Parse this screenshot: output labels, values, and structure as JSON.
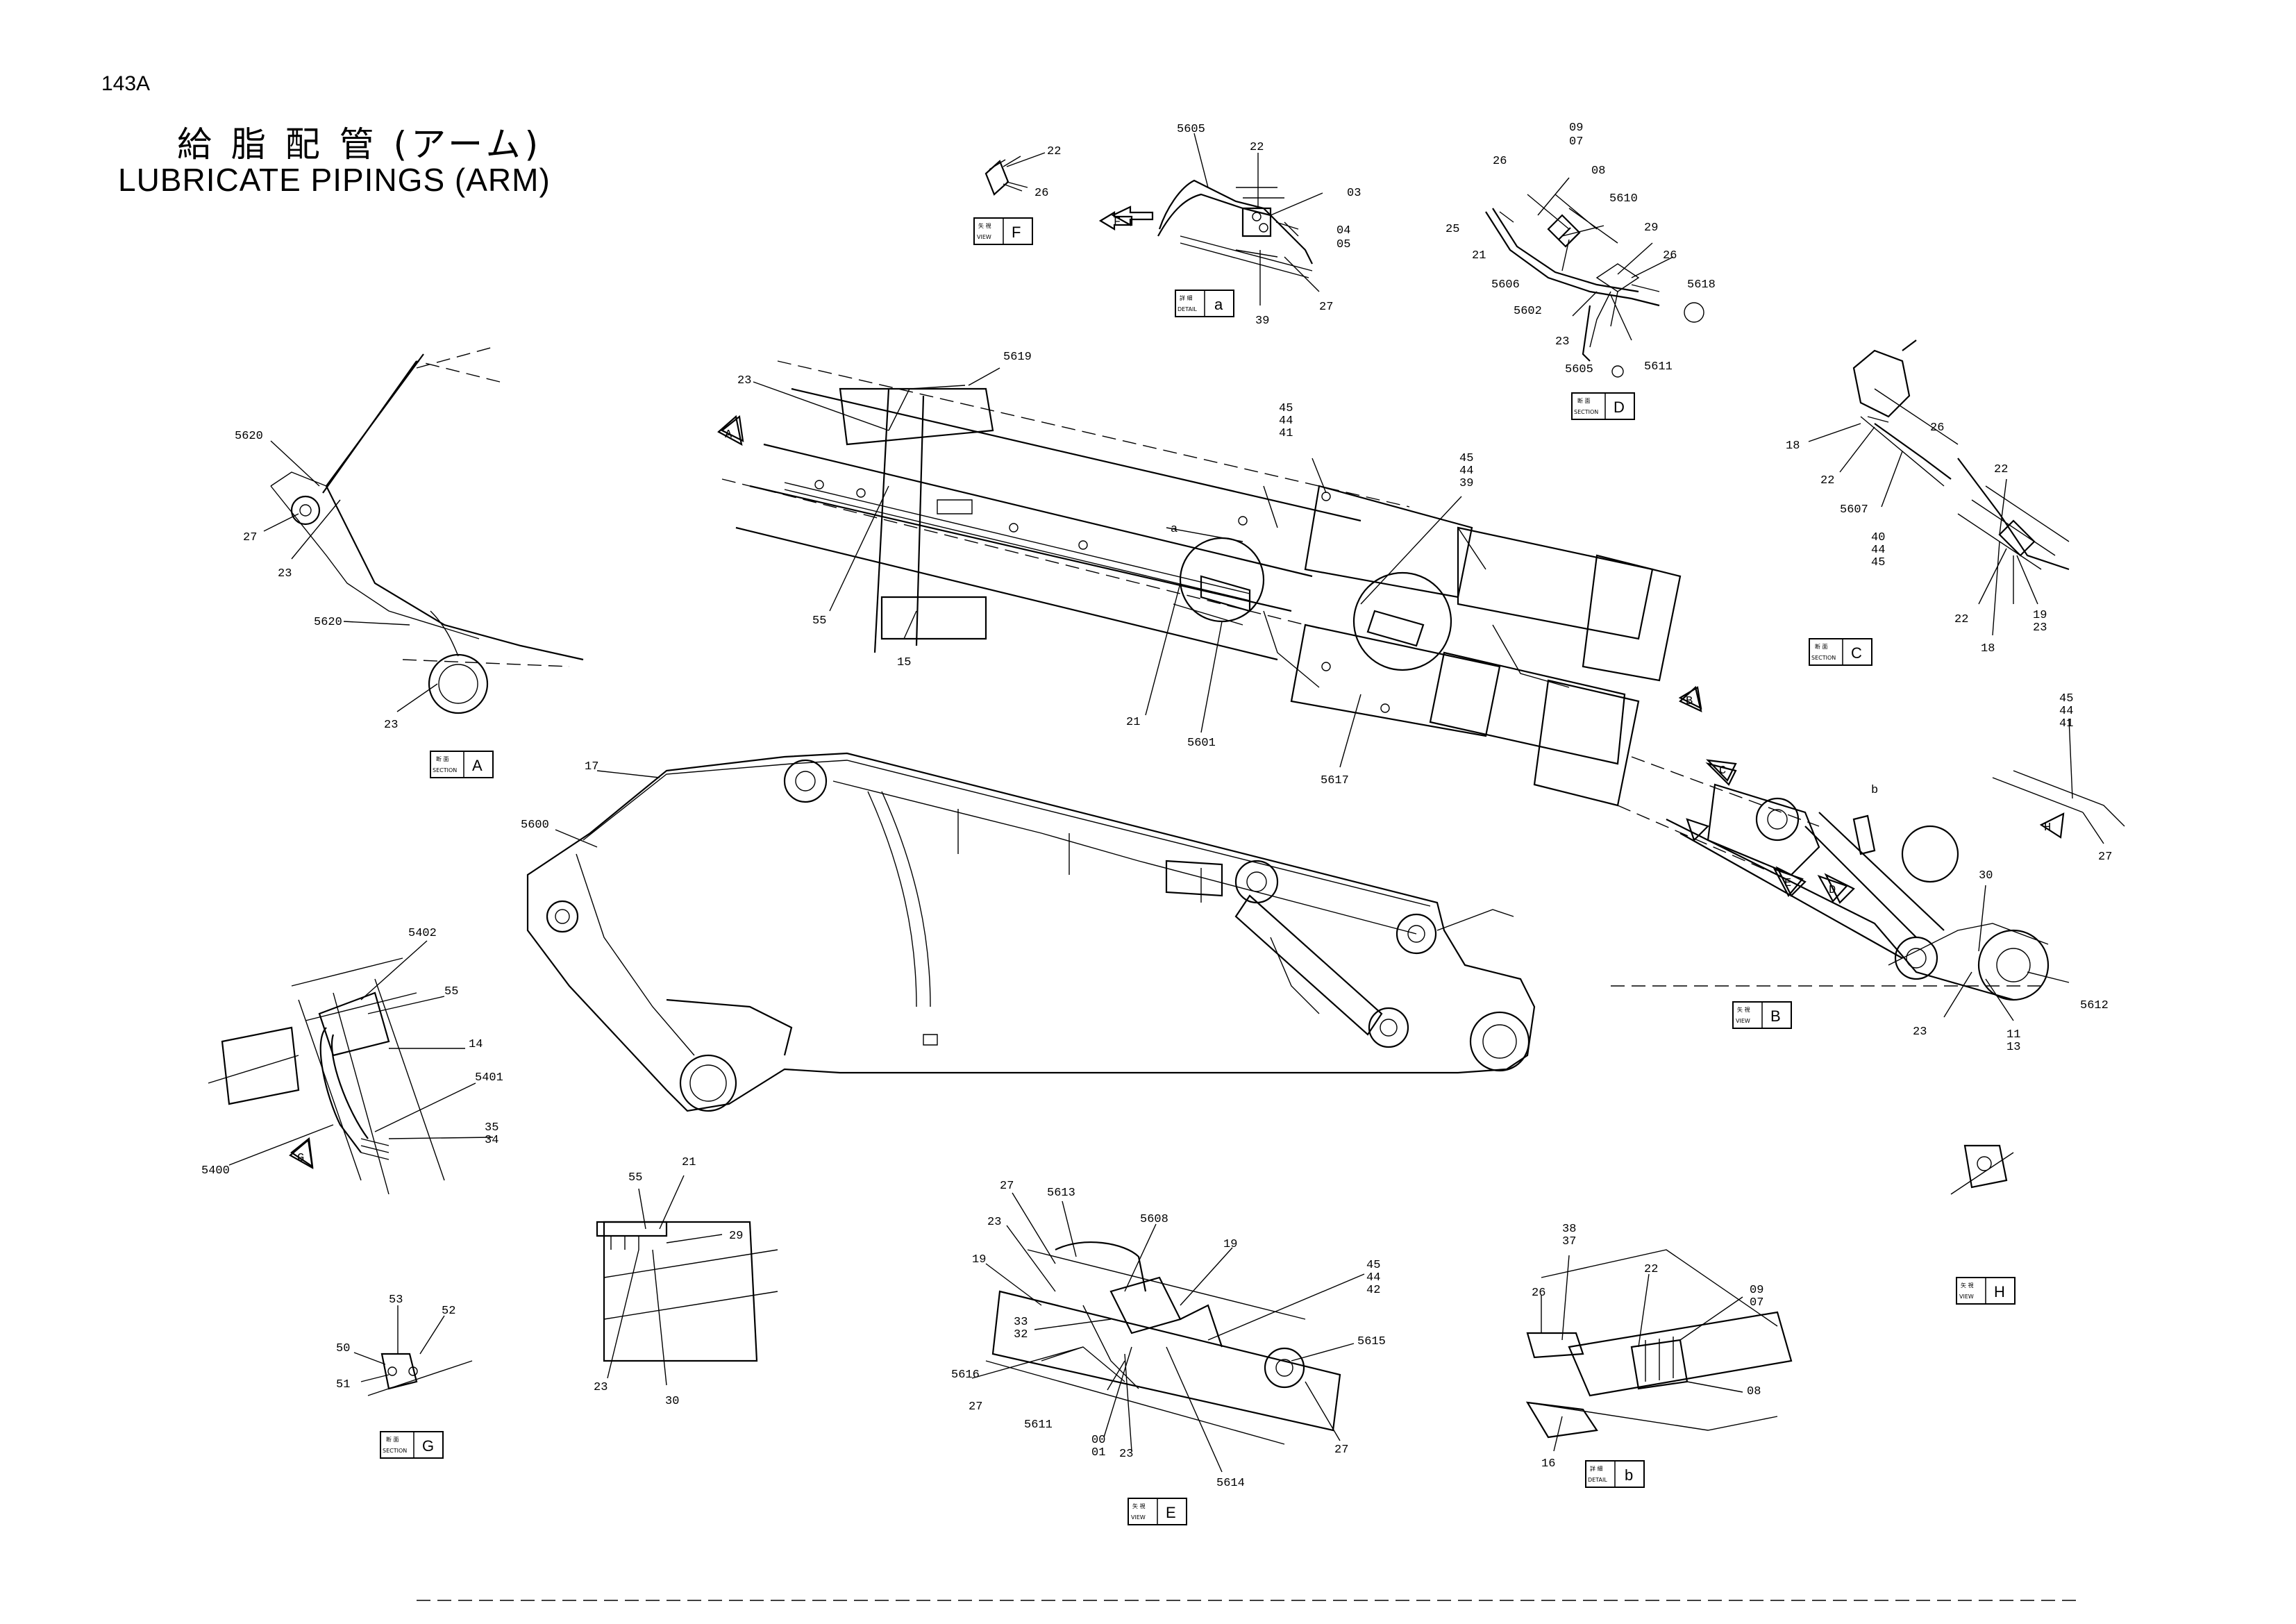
{
  "header": {
    "page_number": "143A",
    "title_jp": "給 脂 配 管 (アーム)",
    "title_en": "LUBRICATE  PIPINGS (ARM)"
  },
  "view_tags": [
    {
      "id": "view-F",
      "kind": "矢 視",
      "kind_en": "VIEW",
      "letter": "F"
    },
    {
      "id": "detail-a",
      "kind": "詳 細",
      "kind_en": "DETAIL",
      "letter": "a"
    },
    {
      "id": "section-D",
      "kind": "断 面",
      "kind_en": "SECTION",
      "letter": "D"
    },
    {
      "id": "section-C",
      "kind": "断 面",
      "kind_en": "SECTION",
      "letter": "C"
    },
    {
      "id": "section-A",
      "kind": "断 面",
      "kind_en": "SECTION",
      "letter": "A"
    },
    {
      "id": "view-B",
      "kind": "矢 視",
      "kind_en": "VIEW",
      "letter": "B"
    },
    {
      "id": "view-H",
      "kind": "矢 視",
      "kind_en": "VIEW",
      "letter": "H"
    },
    {
      "id": "section-G",
      "kind": "断 面",
      "kind_en": "SECTION",
      "letter": "G"
    },
    {
      "id": "view-E",
      "kind": "矢 視",
      "kind_en": "VIEW",
      "letter": "E"
    },
    {
      "id": "detail-b",
      "kind": "詳 細",
      "kind_en": "DETAIL",
      "letter": "b"
    }
  ],
  "arrow_markers": [
    "F",
    "A",
    "B",
    "C",
    "D",
    "E",
    "G",
    "H"
  ],
  "part_labels": [
    {
      "id": "f1",
      "text": "22"
    },
    {
      "id": "f2",
      "text": "26"
    },
    {
      "id": "a1",
      "text": "5605"
    },
    {
      "id": "a2",
      "text": "22"
    },
    {
      "id": "a3",
      "text": "03"
    },
    {
      "id": "a4",
      "text": "04"
    },
    {
      "id": "a5",
      "text": "05"
    },
    {
      "id": "a6",
      "text": "27"
    },
    {
      "id": "a7",
      "text": "39"
    },
    {
      "id": "d1",
      "text": "09"
    },
    {
      "id": "d2",
      "text": "07"
    },
    {
      "id": "d3",
      "text": "08"
    },
    {
      "id": "d4",
      "text": "26"
    },
    {
      "id": "d5",
      "text": "5610"
    },
    {
      "id": "d6",
      "text": "25"
    },
    {
      "id": "d7",
      "text": "29"
    },
    {
      "id": "d8",
      "text": "21"
    },
    {
      "id": "d9",
      "text": "26"
    },
    {
      "id": "d10",
      "text": "5606"
    },
    {
      "id": "d11",
      "text": "5618"
    },
    {
      "id": "d12",
      "text": "5602"
    },
    {
      "id": "d13",
      "text": "23"
    },
    {
      "id": "d14",
      "text": "5605"
    },
    {
      "id": "d15",
      "text": "5611"
    },
    {
      "id": "c1",
      "text": "26"
    },
    {
      "id": "c2",
      "text": "18"
    },
    {
      "id": "c3",
      "text": "22"
    },
    {
      "id": "c4",
      "text": "5607"
    },
    {
      "id": "c5",
      "text": "22"
    },
    {
      "id": "c6",
      "text": "40"
    },
    {
      "id": "c7",
      "text": "44"
    },
    {
      "id": "c8",
      "text": "45"
    },
    {
      "id": "c9",
      "text": "19"
    },
    {
      "id": "c10",
      "text": "23"
    },
    {
      "id": "c11",
      "text": "22"
    },
    {
      "id": "c12",
      "text": "18"
    },
    {
      "id": "m1",
      "text": "5619"
    },
    {
      "id": "m2",
      "text": "23"
    },
    {
      "id": "m3",
      "text": "45"
    },
    {
      "id": "m4",
      "text": "44"
    },
    {
      "id": "m5",
      "text": "41"
    },
    {
      "id": "m6",
      "text": "45"
    },
    {
      "id": "m7",
      "text": "44"
    },
    {
      "id": "m8",
      "text": "39"
    },
    {
      "id": "m9",
      "text": "55"
    },
    {
      "id": "m10",
      "text": "15"
    },
    {
      "id": "m11",
      "text": "21"
    },
    {
      "id": "m12",
      "text": "5601"
    },
    {
      "id": "m13",
      "text": "5617"
    },
    {
      "id": "s1",
      "text": "5620"
    },
    {
      "id": "s2",
      "text": "27"
    },
    {
      "id": "s3",
      "text": "23"
    },
    {
      "id": "s4",
      "text": "5620"
    },
    {
      "id": "s5",
      "text": "23"
    },
    {
      "id": "r1",
      "text": "17"
    },
    {
      "id": "r2",
      "text": "5600"
    },
    {
      "id": "b1",
      "text": "45"
    },
    {
      "id": "b2",
      "text": "44"
    },
    {
      "id": "b3",
      "text": "41"
    },
    {
      "id": "b4",
      "text": "27"
    },
    {
      "id": "b5",
      "text": "30"
    },
    {
      "id": "b6",
      "text": "5612"
    },
    {
      "id": "b7",
      "text": "23"
    },
    {
      "id": "b8",
      "text": "11"
    },
    {
      "id": "b9",
      "text": "13"
    },
    {
      "id": "g1",
      "text": "5402"
    },
    {
      "id": "g2",
      "text": "55"
    },
    {
      "id": "g3",
      "text": "14"
    },
    {
      "id": "g4",
      "text": "5401"
    },
    {
      "id": "g5",
      "text": "35"
    },
    {
      "id": "g6",
      "text": "34"
    },
    {
      "id": "g7",
      "text": "5400"
    },
    {
      "id": "h1",
      "text": "55"
    },
    {
      "id": "h2",
      "text": "21"
    },
    {
      "id": "h3",
      "text": "29"
    },
    {
      "id": "h4",
      "text": "23"
    },
    {
      "id": "h5",
      "text": "30"
    },
    {
      "id": "sg1",
      "text": "53"
    },
    {
      "id": "sg2",
      "text": "52"
    },
    {
      "id": "sg3",
      "text": "50"
    },
    {
      "id": "sg4",
      "text": "51"
    },
    {
      "id": "e1",
      "text": "27"
    },
    {
      "id": "e2",
      "text": "5613"
    },
    {
      "id": "e3",
      "text": "23"
    },
    {
      "id": "e4",
      "text": "5608"
    },
    {
      "id": "e5",
      "text": "19"
    },
    {
      "id": "e6",
      "text": "19"
    },
    {
      "id": "e7",
      "text": "45"
    },
    {
      "id": "e8",
      "text": "44"
    },
    {
      "id": "e9",
      "text": "42"
    },
    {
      "id": "e10",
      "text": "33"
    },
    {
      "id": "e11",
      "text": "32"
    },
    {
      "id": "e12",
      "text": "5616"
    },
    {
      "id": "e13",
      "text": "5615"
    },
    {
      "id": "e14",
      "text": "27"
    },
    {
      "id": "e15",
      "text": "5611"
    },
    {
      "id": "e16",
      "text": "00"
    },
    {
      "id": "e17",
      "text": "01"
    },
    {
      "id": "e18",
      "text": "23"
    },
    {
      "id": "e19",
      "text": "5614"
    },
    {
      "id": "e20",
      "text": "27"
    },
    {
      "id": "db1",
      "text": "38"
    },
    {
      "id": "db2",
      "text": "37"
    },
    {
      "id": "db3",
      "text": "22"
    },
    {
      "id": "db4",
      "text": "09"
    },
    {
      "id": "db5",
      "text": "07"
    },
    {
      "id": "db6",
      "text": "26"
    },
    {
      "id": "db7",
      "text": "08"
    },
    {
      "id": "db8",
      "text": "16"
    }
  ],
  "inline_markers": [
    "a",
    "b"
  ]
}
